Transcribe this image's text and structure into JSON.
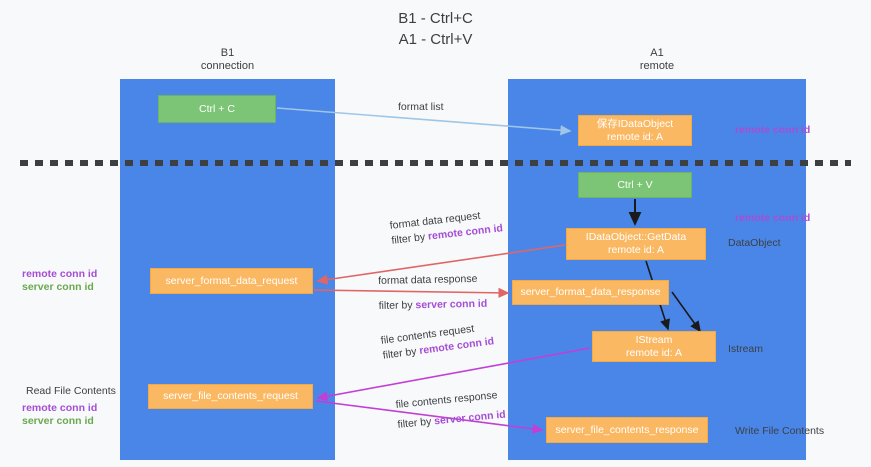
{
  "title": "B1 - Ctrl+C\nA1 - Ctrl+V",
  "lanes": {
    "b1": {
      "name": "B1",
      "sub": "connection"
    },
    "a1": {
      "name": "A1",
      "sub": "remote"
    }
  },
  "boxes": {
    "ctrl_c": {
      "line1": "Ctrl + C",
      "line2": "",
      "color": "#7cc576"
    },
    "idataobject": {
      "line1": "保存IDataObject",
      "line2": "remote id: A",
      "color": "#fbb862"
    },
    "ctrl_v": {
      "line1": "Ctrl + V",
      "line2": "",
      "color": "#7cc576"
    },
    "getdata": {
      "line1": "IDataObject::GetData",
      "line2": "remote id: A",
      "color": "#fbb862"
    },
    "server_format_data_request": {
      "line1": "server_format_data_request",
      "line2": "",
      "color": "#fbb862"
    },
    "server_format_data_response": {
      "line1": "server_format_data_response",
      "line2": "",
      "color": "#fbb862"
    },
    "istream": {
      "line1": "IStream",
      "line2": "remote id: A",
      "color": "#fbb862"
    },
    "server_file_contents_request": {
      "line1": "server_file_contents_request",
      "line2": "",
      "color": "#fbb862"
    },
    "server_file_contents_response": {
      "line1": "server_file_contents_response",
      "line2": "",
      "color": "#fbb862"
    }
  },
  "edge_labels": {
    "format_list": "format list",
    "format_data_request": {
      "line1": "format data request",
      "filter_prefix": "filter by ",
      "filter_key": "remote conn id"
    },
    "format_data_response": {
      "line1": "format data response",
      "filter_prefix": "filter by ",
      "filter_key": "server conn id"
    },
    "file_contents_request": {
      "line1": "file contents request",
      "filter_prefix": "filter by ",
      "filter_key": "remote conn id"
    },
    "file_contents_response": {
      "line1": "file contents response",
      "filter_prefix": "filter by ",
      "filter_key": "server conn id"
    }
  },
  "annotations": {
    "remote_conn_id_top": "remote conn id",
    "remote_conn_id_mid": "remote conn id",
    "dataobject": "DataObject",
    "istream": "Istream",
    "write_file_contents": "Write File Contents",
    "read_file_contents": "Read File Contents",
    "left_mid": {
      "remote": "remote conn id",
      "server": "server conn id"
    },
    "left_low": {
      "remote": "remote conn id",
      "server": "server conn id"
    }
  },
  "colors": {
    "lane": "#4a86e8",
    "green_box": "#7cc576",
    "orange_box": "#fbb862",
    "purple_text": "#a64dd6",
    "green_text": "#6aa84f",
    "arrow_blue": "#9fc5e8",
    "arrow_red": "#e06666",
    "arrow_magenta": "#c23fd6",
    "arrow_black": "#1a1a1a",
    "background": "#f8f9fa"
  }
}
